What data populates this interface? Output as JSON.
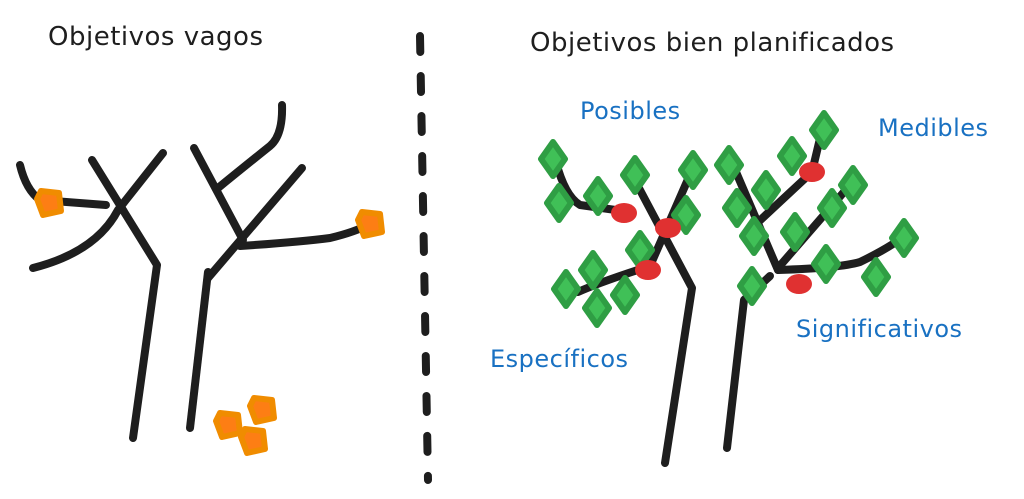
{
  "colors": {
    "branch": "#1e1e1e",
    "label_text": "#1971c2",
    "title_text": "#1e1e1e",
    "leaf_fill": "#40c057",
    "leaf_stroke": "#2f9e44",
    "fruit": "#e03131",
    "dead_leaf_fill": "#fd7e14",
    "dead_leaf_stroke": "#f08c00",
    "background": "#ffffff"
  },
  "left_panel": {
    "title": "Objetivos vagos",
    "description": "Two bare trees with few orange leaves, some fallen on the ground"
  },
  "divider": {
    "style": "dashed",
    "orientation": "vertical"
  },
  "right_panel": {
    "title": "Objetivos bien planificados",
    "labels": [
      "Posibles",
      "Medibles",
      "Específicos",
      "Significativos"
    ],
    "description": "Two full trees with green leaves and red fruits"
  }
}
